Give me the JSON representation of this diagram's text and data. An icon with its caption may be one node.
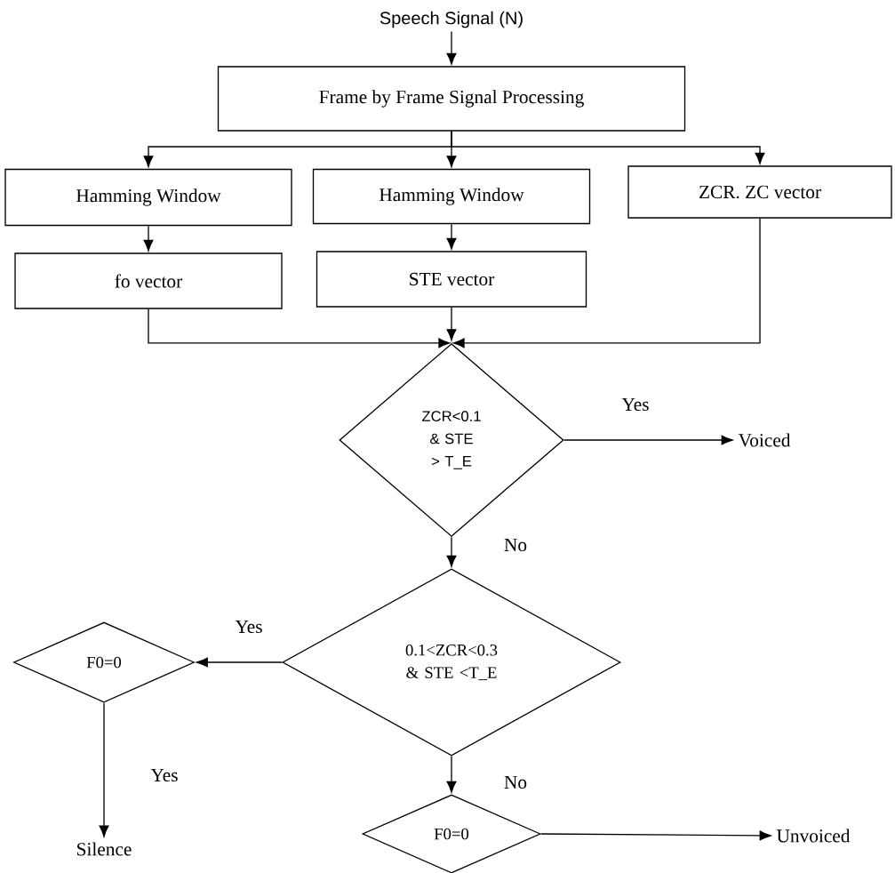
{
  "diagram": {
    "nodes": [
      {
        "text": [
          "Speech Signal (N)"
        ]
      },
      {
        "text": [
          "Frame by Frame Signal Processing"
        ]
      },
      {
        "text": [
          "Hamming Window"
        ]
      },
      {
        "text": [
          "Hamming Window"
        ]
      },
      {
        "text": [
          "ZCR. ZC vector"
        ]
      },
      {
        "text": [
          "fo vector"
        ]
      },
      {
        "text": [
          "STE vector"
        ]
      },
      {
        "text": [
          "ZCR<0.1 & STE > T_E"
        ]
      },
      {
        "text": [
          "Voiced"
        ]
      },
      {
        "text": [
          "0.1<ZCR<0.3 & STE <T_E"
        ]
      },
      {
        "text": [
          "F0=0"
        ]
      },
      {
        "text": [
          "Silence"
        ]
      },
      {
        "text": [
          "F0=0"
        ]
      },
      {
        "text": [
          "Unvoiced"
        ]
      }
    ],
    "edges": [
      {
        "from": 0,
        "to": 1,
        "arrow": "to"
      },
      {
        "from": 1,
        "to": 2,
        "arrow": "to"
      },
      {
        "from": 1,
        "to": 3,
        "arrow": "to"
      },
      {
        "from": 1,
        "to": 4,
        "arrow": "to"
      },
      {
        "from": 2,
        "to": 5,
        "arrow": "to"
      },
      {
        "from": 3,
        "to": 6,
        "arrow": "to"
      },
      {
        "from": 5,
        "to": 7,
        "arrow": "to"
      },
      {
        "from": 6,
        "to": 7,
        "arrow": "to"
      },
      {
        "from": 4,
        "to": 7,
        "arrow": "to"
      },
      {
        "from": 7,
        "to": 8,
        "arrow": "to",
        "label": "Yes"
      },
      {
        "from": 7,
        "to": 9,
        "arrow": "to",
        "label": "No"
      },
      {
        "from": 9,
        "to": 10,
        "arrow": "to",
        "label": "Yes"
      },
      {
        "from": 10,
        "to": 11,
        "arrow": "to",
        "label": "Yes"
      },
      {
        "from": 9,
        "to": 12,
        "arrow": "to",
        "label": "No"
      },
      {
        "from": 12,
        "to": 13,
        "arrow": "to"
      }
    ]
  }
}
